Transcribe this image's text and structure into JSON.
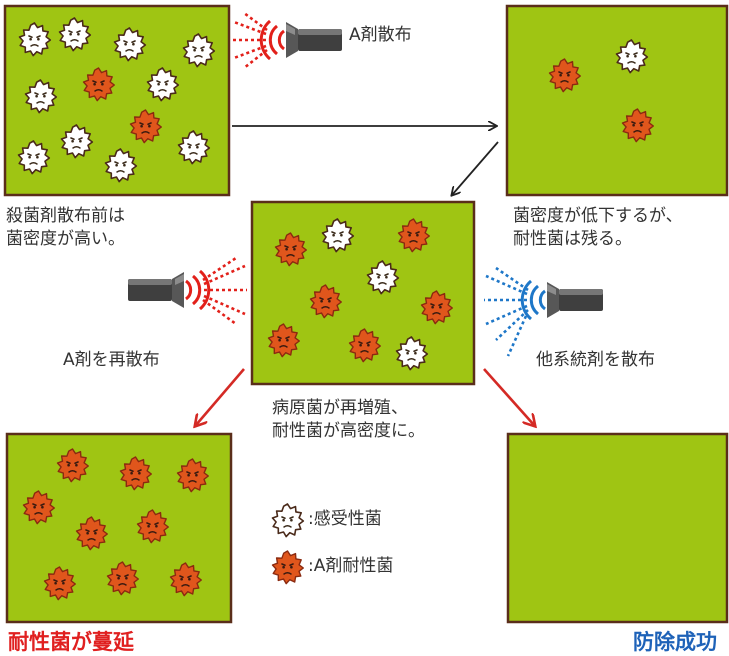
{
  "colors": {
    "field": "#9fc513",
    "field_border": "#5a2e1a",
    "susceptible": "#ffffff",
    "resistant": "#e0561c",
    "spray_red": "#e2201a",
    "spray_blue": "#1e77c8",
    "arrow_dark": "#222222",
    "arrow_red": "#d42a25",
    "failure_text": "#e02020",
    "success_text": "#1e62b8"
  },
  "labels": {
    "spray_a": "A剤散布",
    "before": [
      "殺菌剤散布前は",
      "菌密度が高い。"
    ],
    "after_a": [
      "菌密度が低下するが、",
      "耐性菌は残る。"
    ],
    "respray": "A剤を再散布",
    "other": "他系統剤を散布",
    "regrow": [
      "病原菌が再増殖、",
      "耐性菌が高密度に。"
    ],
    "outcome_fail": "耐性菌が蔓延",
    "outcome_success": "防除成功"
  },
  "legend": [
    {
      "icon": "susceptible-bacterium-icon",
      "label": ":感受性菌"
    },
    {
      "icon": "resistant-bacterium-icon",
      "label": ":A剤耐性菌"
    }
  ],
  "panels": {
    "initial": {
      "susceptible": 10,
      "resistant": 2
    },
    "after_spray": {
      "susceptible": 1,
      "resistant": 2
    },
    "regrowth": {
      "susceptible": 3,
      "resistant": 6
    },
    "spread": {
      "susceptible": 0,
      "resistant": 9
    },
    "controlled": {
      "susceptible": 0,
      "resistant": 0
    }
  }
}
